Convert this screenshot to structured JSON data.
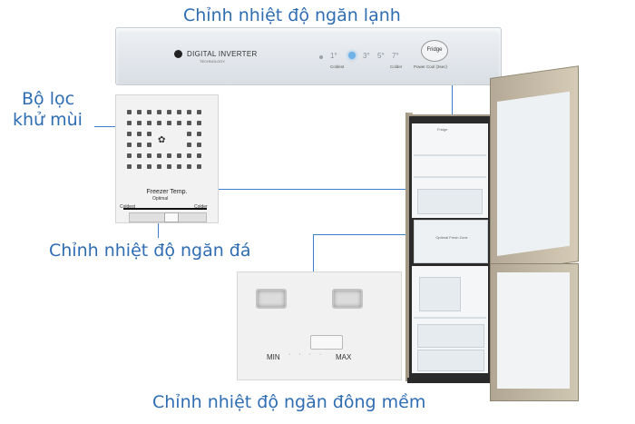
{
  "callouts": {
    "fridge_control": "Chỉnh nhiệt độ ngăn lạnh",
    "deodorizer_line1": "Bộ lọc",
    "deodorizer_line2": "khử mùi",
    "freezer_control": "Chỉnh nhiệt độ ngăn đá",
    "soft_freeze_control": "Chỉnh nhiệt độ ngăn đông mềm"
  },
  "fridge_panel": {
    "brand": "DIGITAL INVERTER",
    "brand_sub": "TECHNOLOGY",
    "temps": [
      "1°",
      "3°",
      "5°",
      "7°"
    ],
    "coldest_label": "Coldest",
    "colder_label": "Colder",
    "fridge_button": "Fridge",
    "power_cool_label": "Power Cool (3sec)"
  },
  "freezer_panel": {
    "title": "Freezer Temp.",
    "optimal_label": "Optimal",
    "coldest_label": "Coldest",
    "colder_label": "Colder"
  },
  "soft_freeze_panel": {
    "min_label": "MIN",
    "max_label": "MAX"
  },
  "fridge_interior": {
    "soft_freeze_drawer_label": "Optimal Fresh Zone",
    "fridge_panel_mini": "Fridge"
  },
  "colors": {
    "callout_text": "#2f6db3",
    "callout_line": "#3b7fd0",
    "fridge_finish": "#b3a996"
  }
}
